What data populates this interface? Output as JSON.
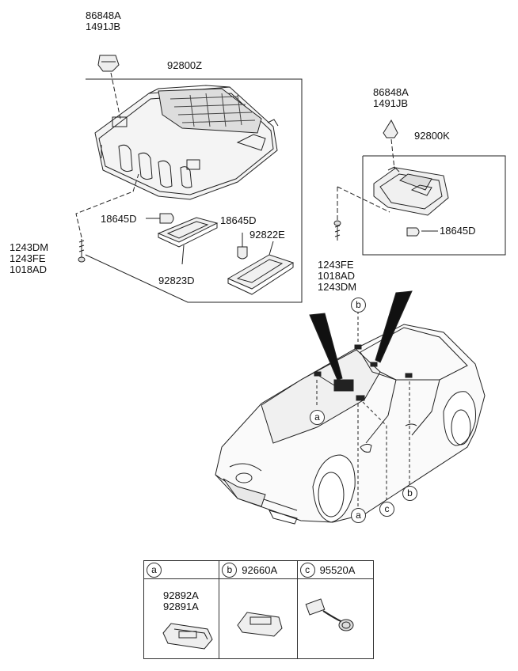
{
  "labels": {
    "clip_top_left": [
      "86848A",
      "1491JB"
    ],
    "main_assembly": "92800Z",
    "bulb_left": "18645D",
    "bulb_mid": "18645D",
    "lens_right": "92822E",
    "lens_left": "92823D",
    "screw_left": [
      "1243DM",
      "1243FE",
      "1018AD"
    ],
    "clip_top_right": [
      "86848A",
      "1491JB"
    ],
    "rear_assembly": "92800K",
    "bulb_right": "18645D",
    "screw_mid": [
      "1243FE",
      "1018AD",
      "1243DM"
    ]
  },
  "callouts": {
    "a": "a",
    "b": "b",
    "c": "c"
  },
  "legend": {
    "columns": [
      {
        "letter": "a",
        "part": "",
        "parts_below": [
          "92892A",
          "92891A"
        ]
      },
      {
        "letter": "b",
        "part": "92660A",
        "parts_below": []
      },
      {
        "letter": "c",
        "part": "95520A",
        "parts_below": []
      }
    ]
  }
}
